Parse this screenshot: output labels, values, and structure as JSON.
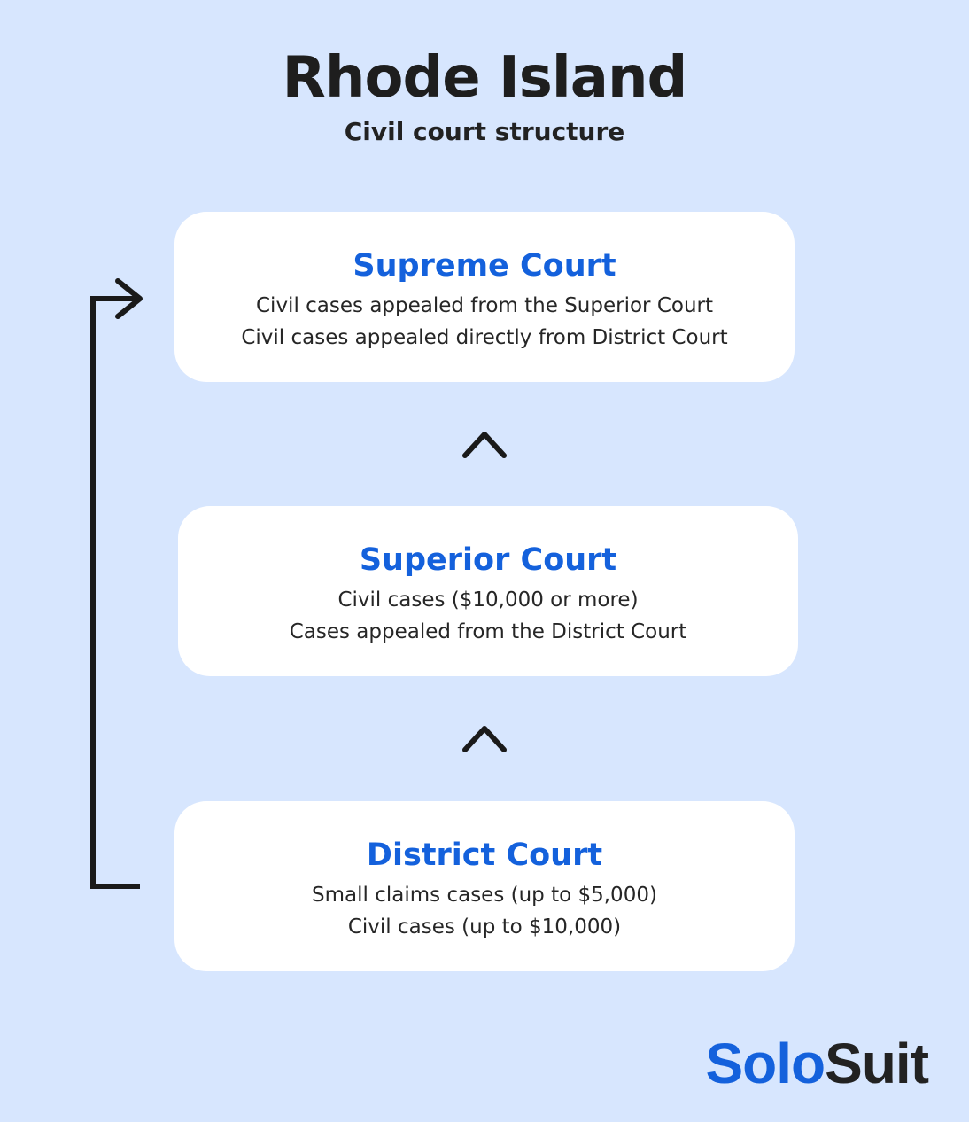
{
  "header": {
    "title": "Rhode Island",
    "subtitle": "Civil court structure"
  },
  "courts": [
    {
      "name": "Supreme Court",
      "lines": [
        "Civil cases appealed from the Superior Court",
        "Civil cases appealed directly from District Court"
      ]
    },
    {
      "name": "Superior Court",
      "lines": [
        "Civil cases ($10,000 or more)",
        "Cases appealed from the District Court"
      ]
    },
    {
      "name": "District Court",
      "lines": [
        "Small claims cases (up to $5,000)",
        "Civil cases (up to $10,000)"
      ]
    }
  ],
  "connectors": {
    "icon": "chevron-up-icon",
    "bracket_icon": "bracket-arrow-icon",
    "stroke_color": "#1a1a1a"
  },
  "logo": {
    "part1": "Solo",
    "part2": "Suit"
  },
  "colors": {
    "background": "#d7e6fe",
    "card": "#ffffff",
    "accent": "#1461dc",
    "text": "#262626"
  }
}
